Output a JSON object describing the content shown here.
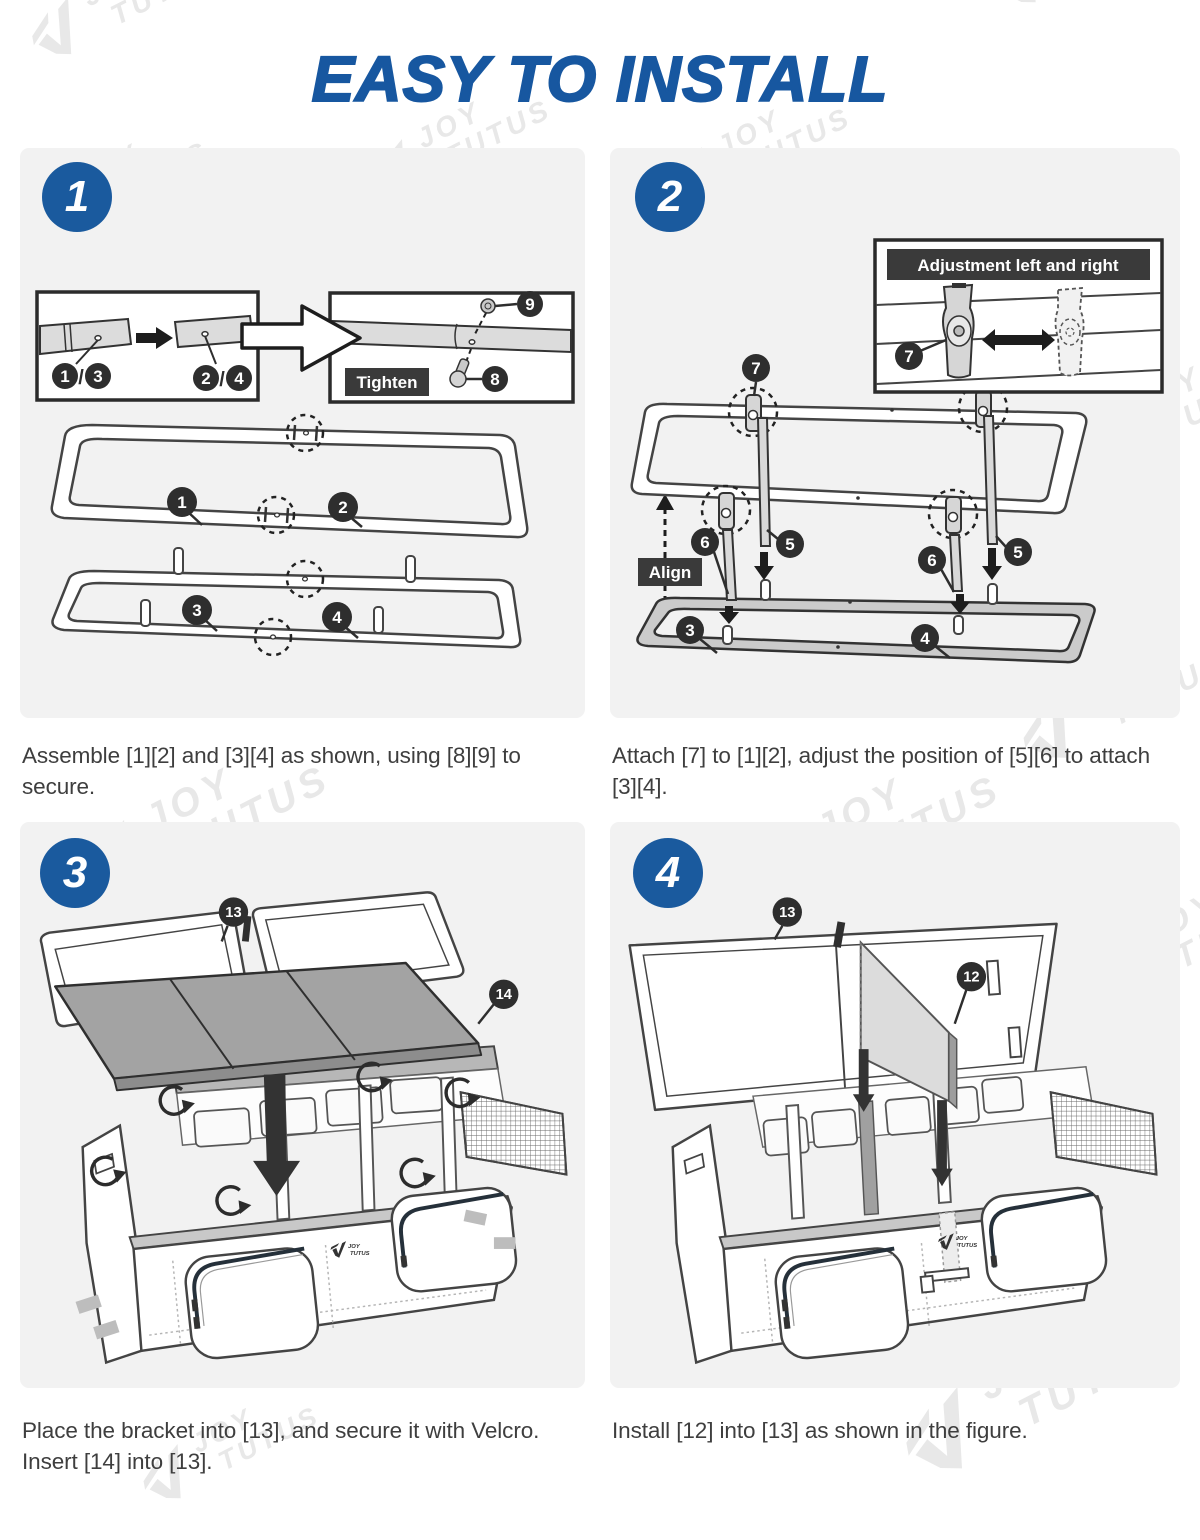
{
  "page": {
    "title": "EASY TO INSTALL"
  },
  "brand": {
    "line1": "JOY",
    "line2": "TUTUS"
  },
  "steps": [
    {
      "number": "1",
      "caption": "Assemble [1][2] and [3][4] as shown, using [8][9] to secure.",
      "tags": {
        "tighten": "Tighten"
      },
      "callouts": {
        "c1": "1",
        "c2": "2",
        "c3": "3",
        "c4": "4",
        "c8": "8",
        "c9": "9",
        "pair_left_a": "1",
        "pair_left_b": "3",
        "pair_right_a": "2",
        "pair_right_b": "4",
        "slash": "/"
      }
    },
    {
      "number": "2",
      "caption": "Attach [7] to [1][2], adjust the position of [5][6] to attach [3][4].",
      "tags": {
        "adjustment": "Adjustment left and right",
        "align": "Align"
      },
      "callouts": {
        "c7_inset": "7",
        "c7": "7",
        "c5_left": "5",
        "c5_right": "5",
        "c6_left": "6",
        "c6_right": "6",
        "c3": "3",
        "c4": "4"
      }
    },
    {
      "number": "3",
      "caption": "Place the bracket into [13], and secure it with Velcro.\nInsert [14] into [13].",
      "callouts": {
        "c13": "13",
        "c14": "14"
      }
    },
    {
      "number": "4",
      "caption": "Install [12] into [13] as shown in the figure.",
      "callouts": {
        "c13": "13",
        "c12": "12"
      }
    }
  ]
}
